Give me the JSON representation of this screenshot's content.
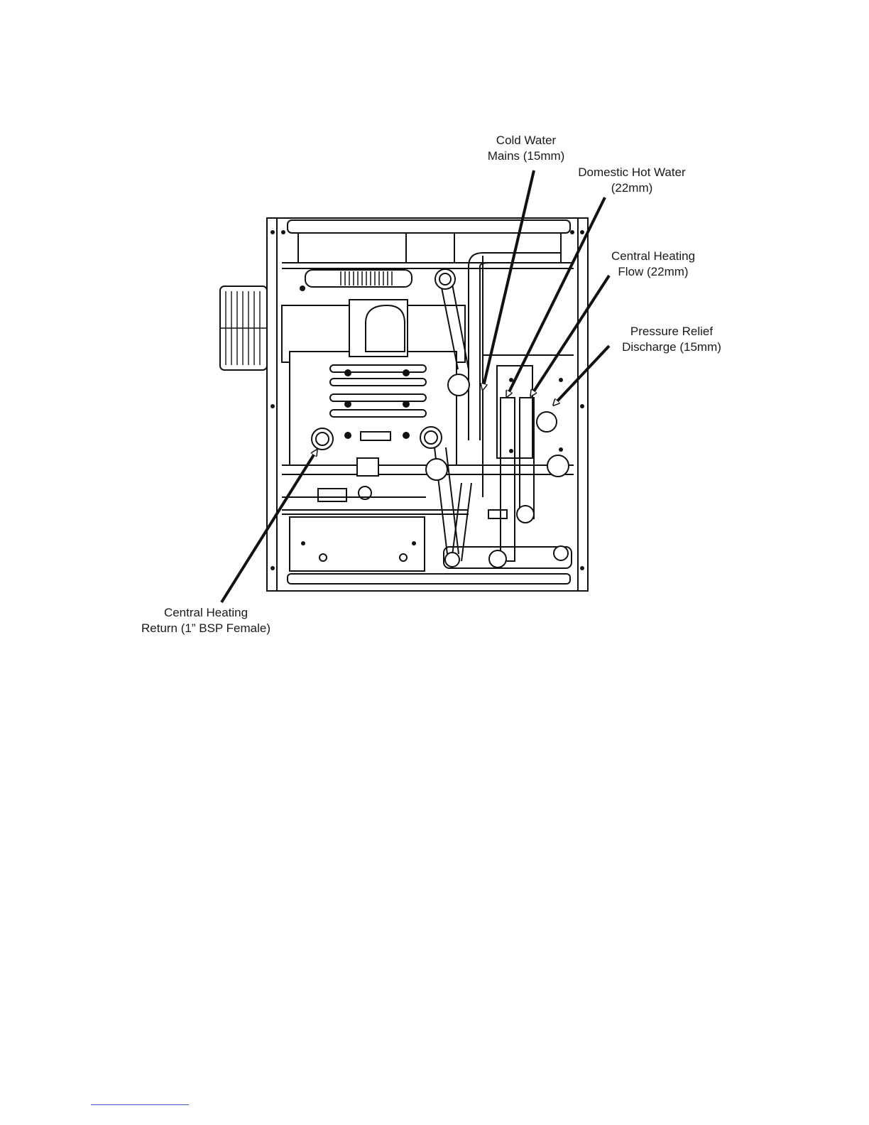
{
  "labels": {
    "cold_water": [
      "Cold Water",
      "Mains (15mm)"
    ],
    "domestic_hot_water": [
      "Domestic Hot Water",
      "(22mm)"
    ],
    "ch_flow": [
      "Central Heating",
      "Flow (22mm)"
    ],
    "pressure_relief": [
      "Pressure Relief",
      "Discharge (15mm)"
    ],
    "ch_return": [
      "Central Heating",
      "Return (1” BSP Female)"
    ]
  }
}
